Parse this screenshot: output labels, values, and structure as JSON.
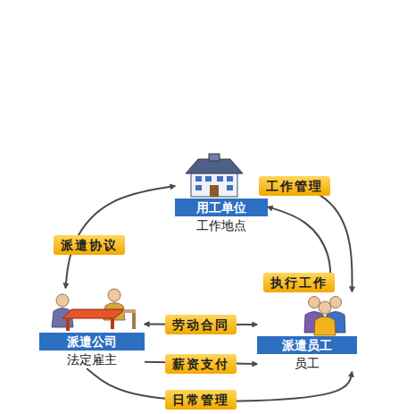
{
  "diagram": {
    "nodes": [
      {
        "text": [
          "用工单位",
          "工作地点"
        ]
      },
      {
        "text": [
          "派遣公司",
          "法定雇主"
        ]
      },
      {
        "text": [
          "派遣员工",
          "员工"
        ]
      }
    ],
    "edges": [
      {
        "from": 0,
        "to": 1,
        "label": "派遣协议",
        "arrow": "both"
      },
      {
        "from": 0,
        "to": 2,
        "label": "工作管理",
        "arrow": "to"
      },
      {
        "from": 2,
        "to": 0,
        "label": "执行工作",
        "arrow": "to"
      },
      {
        "from": 1,
        "to": 2,
        "label": "劳动合同",
        "arrow": "both"
      },
      {
        "from": 1,
        "to": 2,
        "label": "薪资支付",
        "arrow": "to"
      },
      {
        "from": 1,
        "to": 2,
        "label": "日常管理",
        "arrow": "to"
      }
    ]
  }
}
